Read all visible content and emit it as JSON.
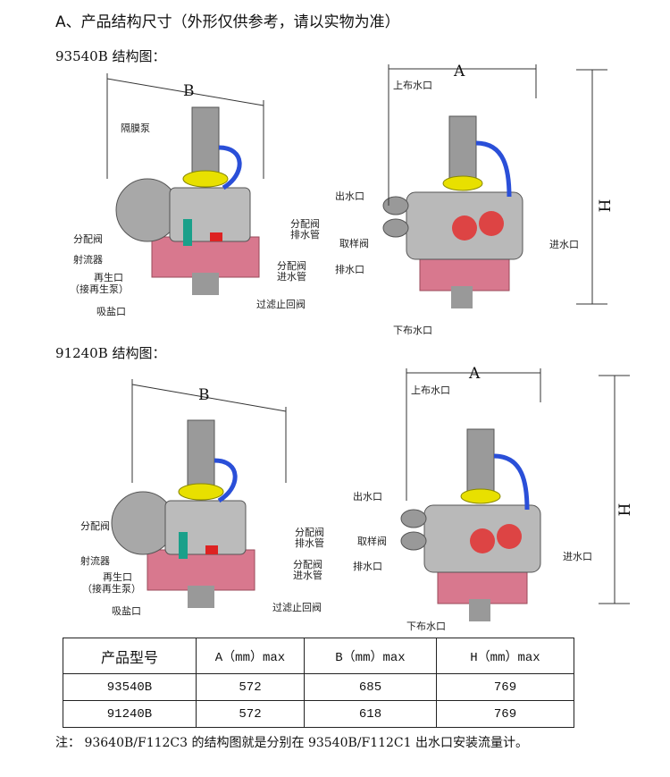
{
  "title": "A、产品结构尺寸（外形仅供参考，请以实物为准）",
  "fig1": {
    "heading": "93540B 结构图：",
    "dimB": "B",
    "dimA": "A",
    "dimH": "H",
    "left_labels": [
      "隔膜泵",
      "分配阀",
      "射流器",
      "再生口",
      "（接再生泵）",
      "吸盐口",
      "分配阀",
      "排水管",
      "分配阀",
      "进水管",
      "过滤止回阀"
    ],
    "right_labels": [
      "上布水口",
      "出水口",
      "取样阀",
      "排水口",
      "进水口",
      "下布水口"
    ]
  },
  "fig2": {
    "heading": "91240B 结构图：",
    "dimB": "B",
    "dimA": "A",
    "dimH": "H",
    "left_labels": [
      "分配阀",
      "射流器",
      "再生口",
      "（接再生泵）",
      "吸盐口",
      "分配阀",
      "排水管",
      "分配阀",
      "进水管",
      "过滤止回阀"
    ],
    "right_labels": [
      "上布水口",
      "出水口",
      "取样阀",
      "排水口",
      "进水口",
      "下布水口"
    ]
  },
  "table": {
    "headers": [
      "产品型号",
      "A（mm）max",
      "B（mm）max",
      "H（mm）max"
    ],
    "rows": [
      [
        "93540B",
        "572",
        "685",
        "769"
      ],
      [
        "91240B",
        "572",
        "618",
        "769"
      ]
    ]
  },
  "note": "注： 93640B/F112C3 的结构图就是分别在 93540B/F112C1 出水口安装流量计。"
}
